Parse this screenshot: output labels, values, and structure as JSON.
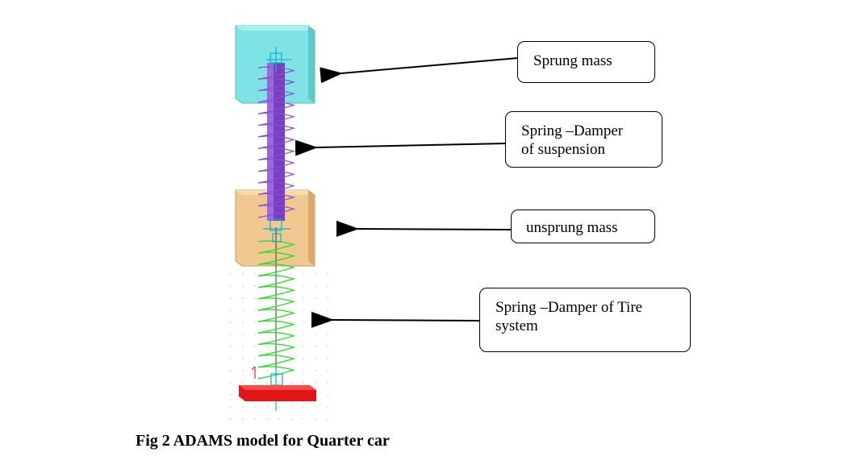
{
  "labels": {
    "sprung_mass": "Sprung mass",
    "suspension_line1": "Spring –Damper",
    "suspension_line2": "of suspension",
    "unsprung_mass": "unsprung mass",
    "tire_line1": "Spring –Damper of Tire",
    "tire_line2": "system"
  },
  "caption": "Fig 2 ADAMS model for Quarter car",
  "colors": {
    "sprung_block": "#7fe3e6",
    "unsprung_block": "#f0c890",
    "damper_rod": "#7a3fc0",
    "suspension_spring": "#8a4fd0",
    "tire_spring": "#33dd33",
    "ground_plate": "#e01515",
    "markers": "#00b8c8"
  }
}
